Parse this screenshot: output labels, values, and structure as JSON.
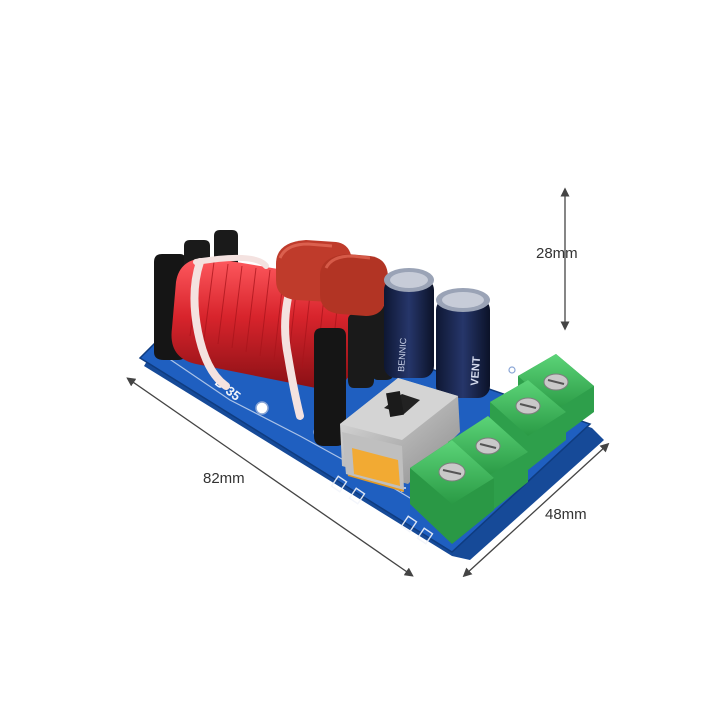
{
  "product": {
    "model_marking": "D-35",
    "capacitor_label_1": "BENNIC",
    "capacitor_label_2": "VENT"
  },
  "dimensions": {
    "height_label": "28mm",
    "length_label": "82mm",
    "width_label": "48mm"
  },
  "colors": {
    "pcb": "#1f5fc0",
    "coil": "#d8242c",
    "film_capacitor": "#c0392b",
    "electrolytic_capacitor": "#162447",
    "terminal_block": "#3cb95a",
    "switch_body": "#b8b8b8",
    "dimension_line": "#444444"
  }
}
